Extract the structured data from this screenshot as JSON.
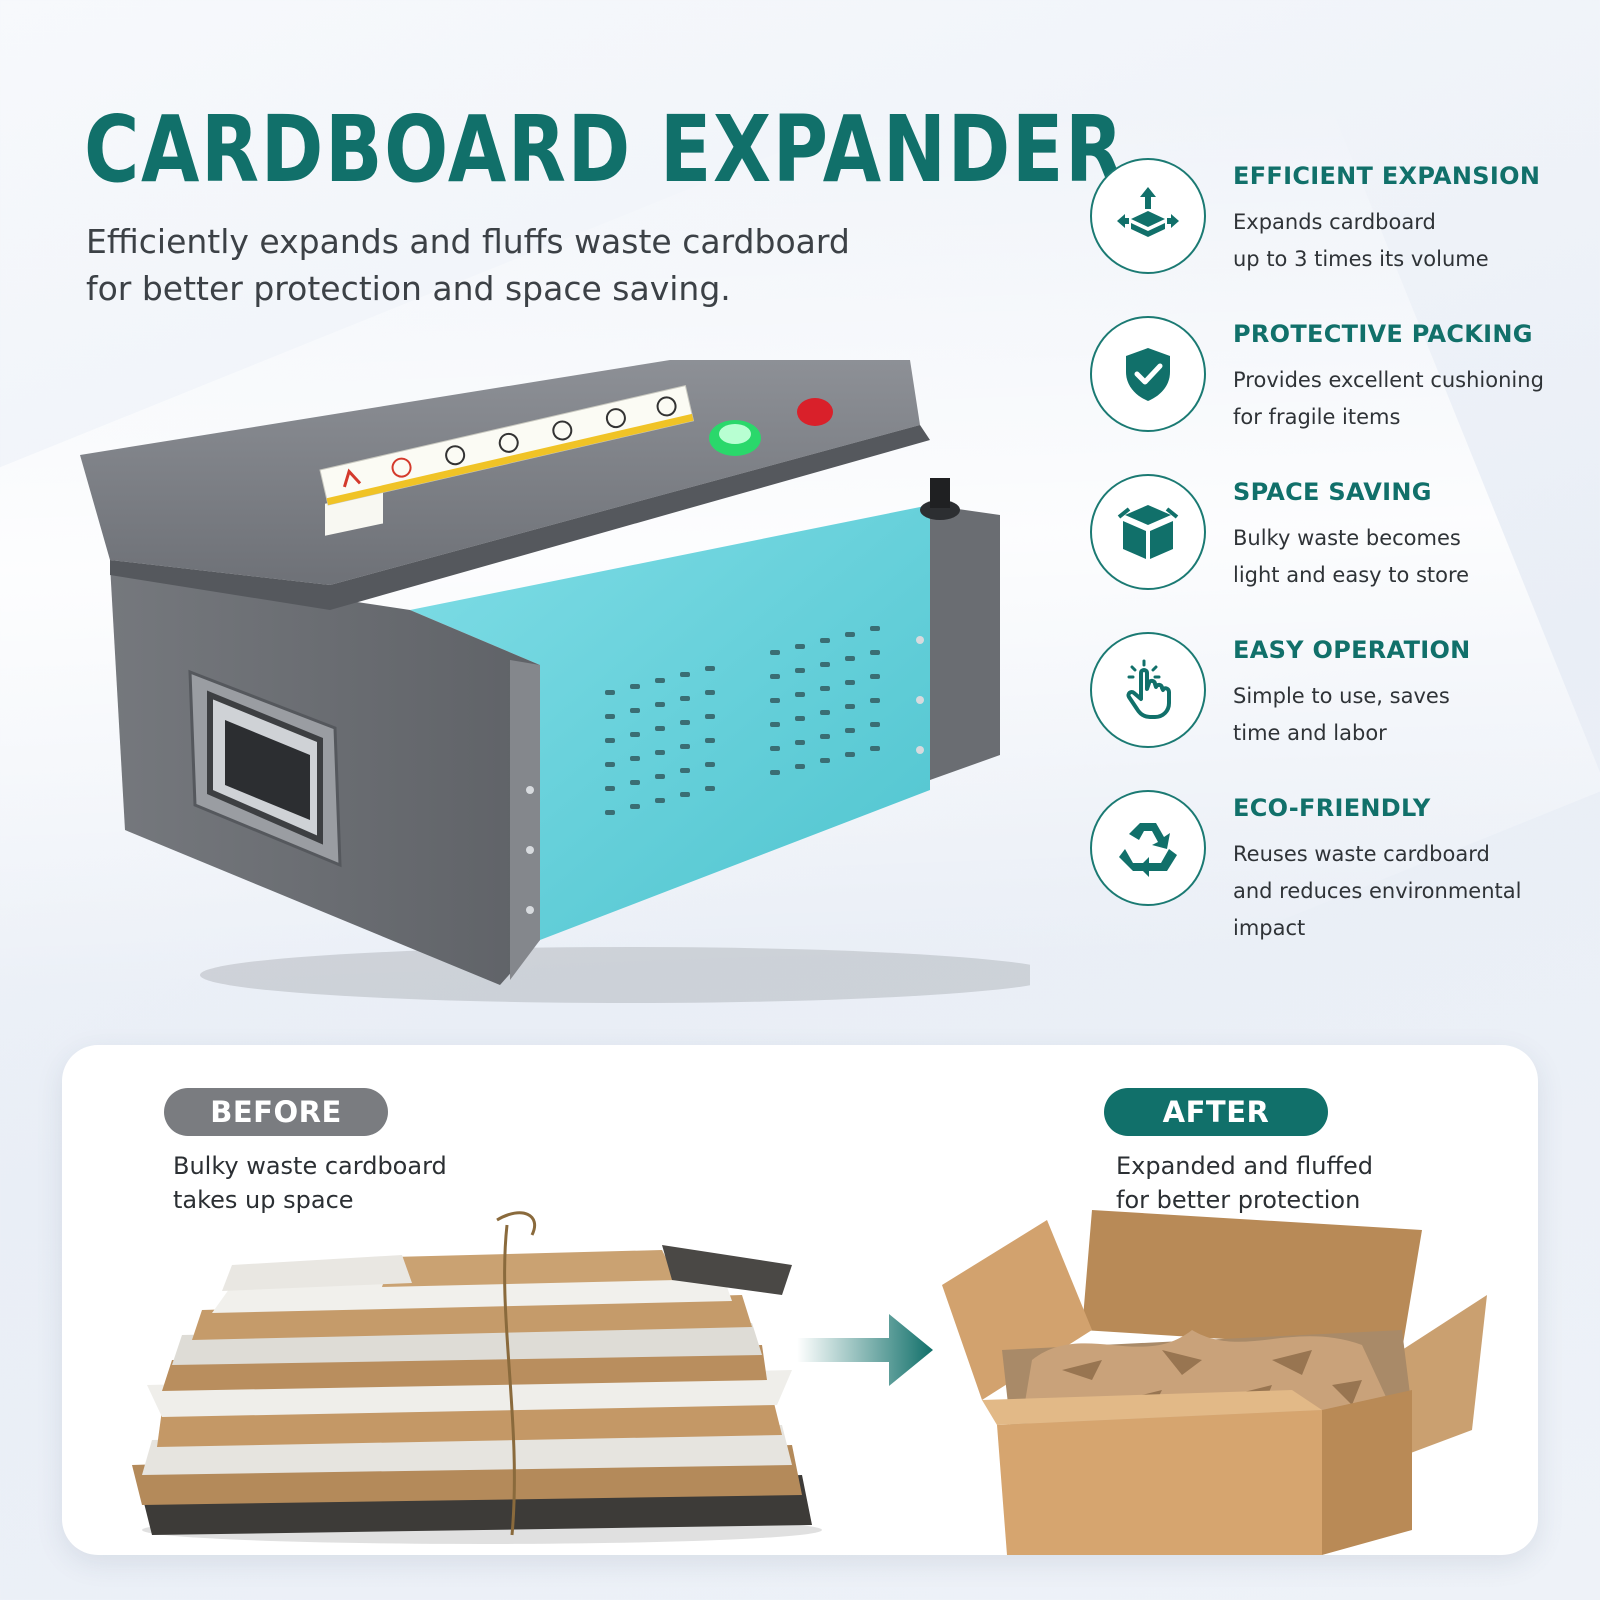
{
  "header": {
    "title": "CARDBOARD EXPANDER",
    "subtitle_line1": "Efficiently expands and fluffs waste cardboard",
    "subtitle_line2": "for better protection and space saving."
  },
  "features": [
    {
      "icon": "expand-icon",
      "title": "EFFICIENT EXPANSION",
      "desc_line1": "Expands cardboard",
      "desc_line2": "up to 3 times its volume"
    },
    {
      "icon": "shield-check-icon",
      "title": "PROTECTIVE PACKING",
      "desc_line1": "Provides excellent cushioning",
      "desc_line2": "for fragile items"
    },
    {
      "icon": "box-icon",
      "title": "SPACE SAVING",
      "desc_line1": "Bulky waste becomes",
      "desc_line2": "light and easy to store"
    },
    {
      "icon": "hand-pointer-icon",
      "title": "EASY OPERATION",
      "desc_line1": "Simple to use, saves",
      "desc_line2": "time and labor"
    },
    {
      "icon": "recycle-icon",
      "title": "ECO-FRIENDLY",
      "desc_line1": "Reuses waste cardboard",
      "desc_line2": "and reduces environmental",
      "desc_line3": "impact"
    }
  ],
  "comparison": {
    "before": {
      "label": "BEFORE",
      "desc_line1": "Bulky waste cardboard",
      "desc_line2": "takes up space"
    },
    "after": {
      "label": "AFTER",
      "desc_line1": "Expanded and fluffed",
      "desc_line2": "for better protection"
    }
  },
  "colors": {
    "brand_teal": "#11706a",
    "machine_cyan": "#66d3dd",
    "machine_gray": "#7b7e83",
    "before_pill": "#7a7c80"
  }
}
